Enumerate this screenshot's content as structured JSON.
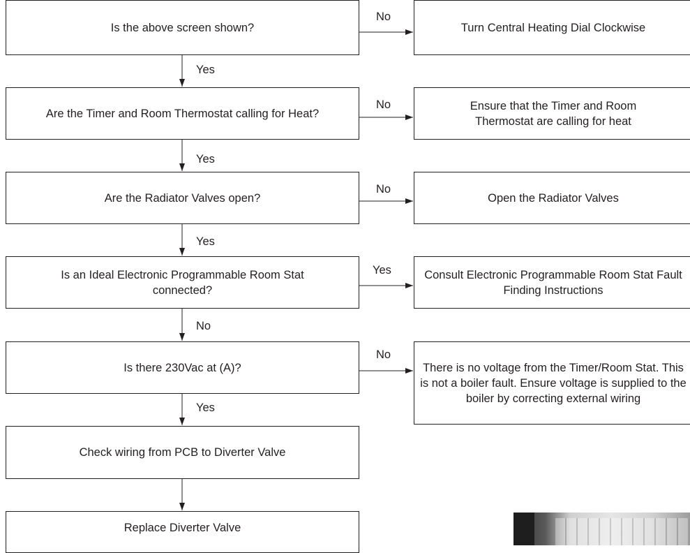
{
  "questions": {
    "q1": "Is the above screen shown?",
    "q2": "Are the Timer and Room Thermostat calling for Heat?",
    "q3": "Are the Radiator Valves open?",
    "q4": "Is an Ideal Electronic Programmable Room Stat connected?",
    "q5": "Is there 230Vac at (A)?",
    "q6": "Check wiring from PCB to Diverter Valve",
    "q7": "Replace Diverter Valve"
  },
  "actions": {
    "a1": "Turn Central Heating Dial Clockwise",
    "a2": "Ensure that the Timer and Room Thermostat are calling for heat",
    "a3": "Open the Radiator Valves",
    "a4": "Consult Electronic Programmable Room Stat Fault Finding Instructions",
    "a5": "There is no voltage from the Timer/Room Stat.  This is not a boiler fault.  Ensure voltage is supplied to the boiler by correcting external wiring"
  },
  "branch_labels": {
    "q1_right": "No",
    "q2_right": "No",
    "q3_right": "No",
    "q4_right": "Yes",
    "q5_right": "No",
    "q1_down": "Yes",
    "q2_down": "Yes",
    "q3_down": "Yes",
    "q4_down": "No",
    "q5_down": "Yes"
  },
  "colors": {
    "line": "#231f20",
    "background": "#ffffff"
  }
}
